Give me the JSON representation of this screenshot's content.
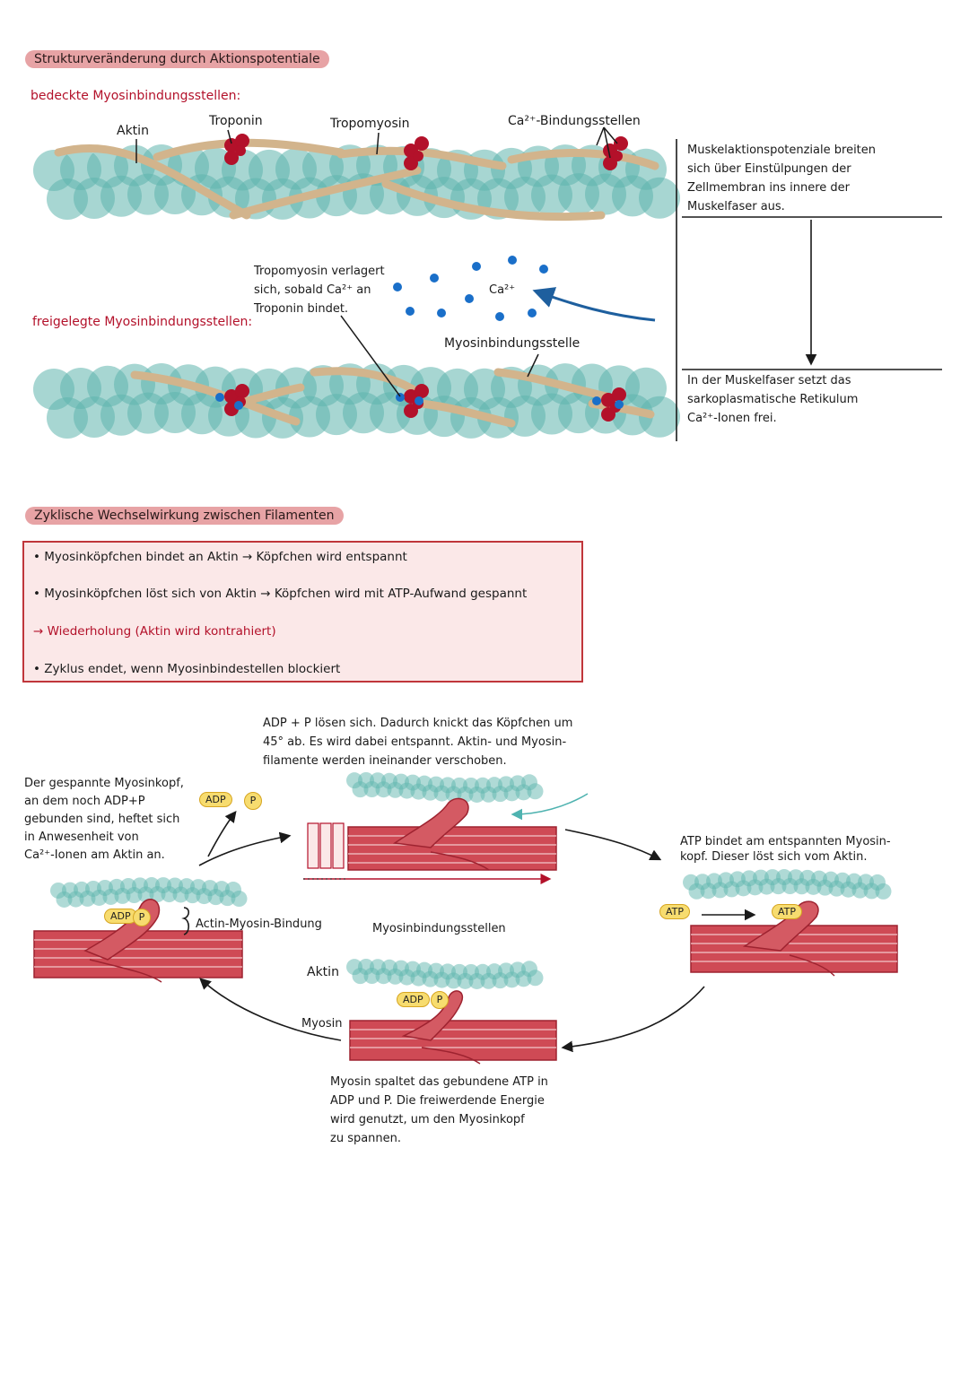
{
  "section1": {
    "title": "Strukturveränderung durch Aktionspotentiale",
    "covered_label": "bedeckte Myosinbindungsstellen:",
    "label_aktin": "Aktin",
    "label_troponin": "Troponin",
    "label_tropomyosin": "Tropomyosin",
    "label_ca_sites": "Ca²⁺-Bindungsstellen",
    "tropomyosin_note": [
      "Tropomyosin verlagert",
      "sich, sobald Ca²⁺ an",
      "Troponin bindet."
    ],
    "ca_label": "Ca²⁺",
    "freed_label": "freigelegte Myosinbindungsstellen:",
    "myosin_site_label": "Myosinbindungsstelle",
    "side_note_top": [
      "Muskelaktionspotenziale breiten",
      "sich über Einstülpungen der",
      "Zellmembran ins innere der",
      "Muskelfaser aus."
    ],
    "side_note_bottom": [
      "In der Muskelfaser setzt das",
      "sarkoplasmatische Retikulum",
      "Ca²⁺-Ionen frei."
    ]
  },
  "section2": {
    "title": "Zyklische Wechselwirkung zwischen Filamenten",
    "box_items": [
      "• Myosinköpfchen bindet an Aktin → Köpfchen wird entspannt",
      "• Myosinköpfchen löst sich von Aktin → Köpfchen wird mit ATP-Aufwand gespannt",
      "→ Wiederholung (Aktin wird kontrahiert)",
      "• Zyklus endet, wenn Myosinbindestellen blockiert"
    ]
  },
  "cycle": {
    "top_note": [
      "ADP + P lösen sich. Dadurch knickt das Köpfchen um",
      "45° ab. Es wird dabei entspannt. Aktin- und Myosin-",
      "filamente werden ineinander verschoben."
    ],
    "left_note": [
      "Der gespannte Myosinkopf,",
      "an dem noch ADP+P",
      "gebunden sind, heftet sich",
      "in Anwesenheit von",
      "Ca²⁺-Ionen am Aktin an."
    ],
    "right_note": [
      "ATP bindet am entspannten Myosin-",
      "kopf. Dieser löst sich vom Aktin."
    ],
    "binding_label": "Actin-Myosin-Bindung",
    "sites_label": "Myosinbindungsstellen",
    "aktin_label": "Aktin",
    "myosin_label": "Myosin",
    "bottom_note": [
      "Myosin spaltet das gebundene ATP in",
      "ADP und P. Die freiwerdende Energie",
      "wird genutzt, um den Myosinkopf",
      "zu spannen."
    ],
    "badge_adp": "ADP",
    "badge_p": "P",
    "badge_atp": "ATP"
  },
  "colors": {
    "actin": "#5fb5ad",
    "tropomyosin": "#d2b48c",
    "troponin": "#b3112a",
    "calcium": "#1a6fc9",
    "myosin": "#cf4a55",
    "accent_red": "#b3112a",
    "pill": "#e7a3a5"
  }
}
